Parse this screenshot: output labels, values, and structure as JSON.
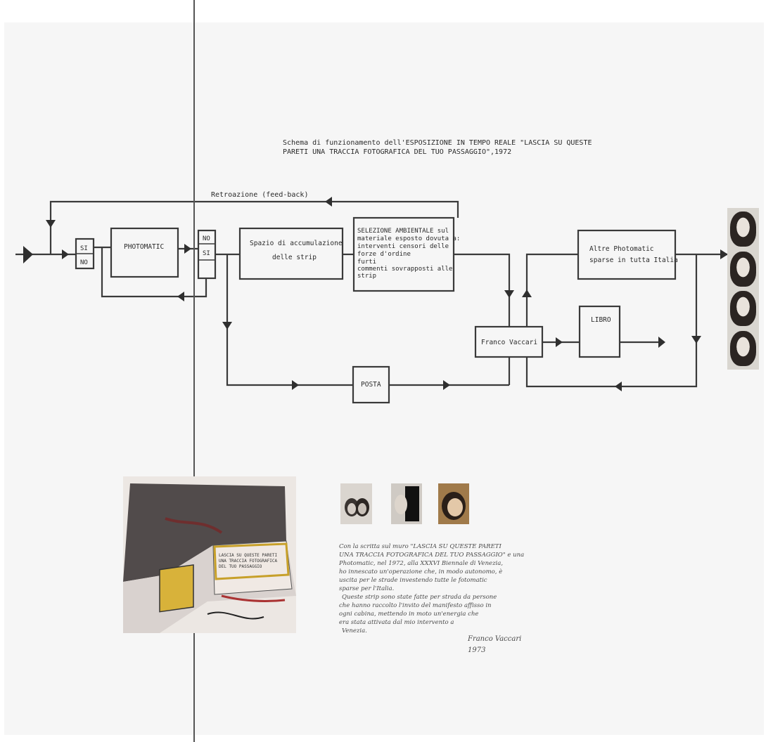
{
  "title": {
    "line1": "Schema di funzionamento dell'ESPOSIZIONE IN TEMPO REALE \"LASCIA SU QUESTE",
    "line2": "PARETI UNA TRACCIA FOTOGRAFICA DEL TUO PASSAGGIO\",1972"
  },
  "diagram": {
    "feedback_label": "Retroazione (feed-back)",
    "si1": "SI",
    "no1": "NO",
    "photomatic": "PHOTOMATIC",
    "no2": "NO",
    "si2": "SI",
    "spazio": [
      "Spazio di accumulazione",
      "delle strip"
    ],
    "selezione": [
      "SELEZIONE AMBIENTALE sul",
      "materiale esposto dovuta a:",
      "interventi censori delle",
      "forze d'ordine",
      "furti",
      "commenti sovrapposti alle",
      "strip"
    ],
    "altre": [
      "Altre Photomatic",
      "sparse in tutta Italia"
    ],
    "libro": "LIBRO",
    "franco": "Franco Vaccari",
    "posta": "POSTA"
  },
  "sketch_text": [
    "LASCIA SU QUESTE PARETI",
    "UNA TRACCIA FOTOGRAFICA",
    "DEL TUO PASSAGGIO"
  ],
  "handwritten": {
    "lines": [
      "Con la scritta sul muro \"LASCIA SU QUESTE PARETI",
      "UNA TRACCIA FOTOGRAFICA DEL TUO PASSAGGIO\" e una",
      "Photomatic, nel 1972, alla XXXVI Biennale di Venezia,",
      "ho innescato un'operazione che, in modo autonomo, è",
      "uscita per le strade investendo tutte le fotomatic",
      "sparse per l'Italia.",
      "Queste strip sono state fatte per strada da persone",
      "che hanno raccolto l'invito del manifesto affisso in",
      "ogni cabina, mettendo in moto un'energia che",
      "era stata attivata dal mio intervento a",
      "Venezia."
    ],
    "signature": "Franco Vaccari",
    "year": "1973"
  }
}
